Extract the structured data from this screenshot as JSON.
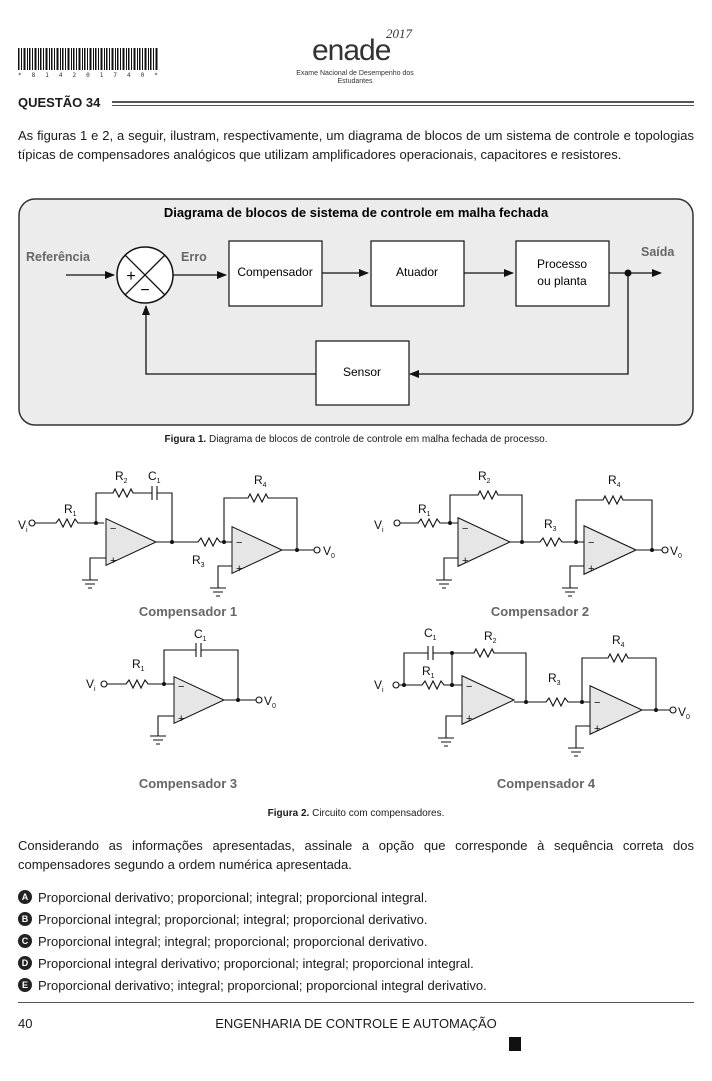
{
  "header": {
    "barcode_digits": "* 8 1 4 2 0 1 7 4 0 *",
    "logo_word": "enade",
    "logo_year": "2017",
    "logo_subtitle": "Exame Nacional de Desempenho dos Estudantes"
  },
  "question": {
    "title": "QUESTÃO 34",
    "intro": "As figuras 1 e 2, a seguir, ilustram, respectivamente, um diagrama de blocos de um sistema de controle e topologias típicas de compensadores analógicos que utilizam amplificadores operacionais, capacitores e resistores.",
    "prompt": "Considerando as informações apresentadas, assinale a opção que corresponde à sequência correta dos compensadores segundo a ordem numérica apresentada."
  },
  "figure1": {
    "title": "Diagrama de blocos de sistema de controle em malha fechada",
    "labels": {
      "reference": "Referência",
      "error": "Erro",
      "output": "Saída",
      "plus": "+",
      "minus": "−"
    },
    "blocks": {
      "compensator": "Compensador",
      "actuator": "Atuador",
      "process_line1": "Processo",
      "process_line2": "ou planta",
      "sensor": "Sensor"
    },
    "caption_label": "Figura 1.",
    "caption_text": " Diagrama de blocos de controle de controle em malha fechada de processo."
  },
  "figure2": {
    "compensator_labels": [
      "Compensador 1",
      "Compensador 2",
      "Compensador 3",
      "Compensador 4"
    ],
    "components": {
      "R1": "R",
      "R1_sub": "1",
      "R2": "R",
      "R2_sub": "2",
      "R3": "R",
      "R3_sub": "3",
      "R4": "R",
      "R4_sub": "4",
      "C1": "C",
      "C1_sub": "1",
      "Vi": "V",
      "Vi_sub": "i",
      "Vo": "V",
      "Vo_sub": "0",
      "minus": "−",
      "plus": "+"
    },
    "caption_label": "Figura 2.",
    "caption_text": " Circuito com compensadores."
  },
  "options": [
    {
      "letter": "A",
      "text": "Proporcional derivativo; proporcional; integral; proporcional integral."
    },
    {
      "letter": "B",
      "text": "Proporcional integral; proporcional; integral; proporcional derivativo."
    },
    {
      "letter": "C",
      "text": "Proporcional integral; integral; proporcional; proporcional derivativo."
    },
    {
      "letter": "D",
      "text": "Proporcional integral derivativo; proporcional; integral; proporcional integral."
    },
    {
      "letter": "E",
      "text": "Proporcional derivativo; integral; proporcional; proporcional integral derivativo."
    }
  ],
  "footer": {
    "page_number": "40",
    "course": "ENGENHARIA DE CONTROLE E AUTOMAÇÃO"
  }
}
